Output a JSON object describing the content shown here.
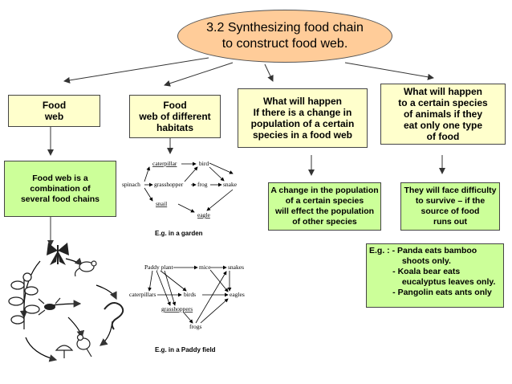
{
  "title": {
    "line1": "3.2 Synthesizing food chain",
    "line2": "to construct food web."
  },
  "branches": [
    {
      "heading": "Food\nweb",
      "detail": "Food web is a\ncombination of\nseveral food chains"
    },
    {
      "heading": "Food\nweb of different\nhabitats"
    },
    {
      "heading": "What will happen\nIf there is a change in\npopulation of a certain\nspecies in a food web",
      "detail": "A change in the population\nof a certain species\nwill effect the population\nof other species"
    },
    {
      "heading": "What will happen\nto a certain species\nof animals if they\neat only one type\nof food",
      "detail": "They will face difficulty\nto survive – if the\nsource of food\nruns out"
    }
  ],
  "garden_web": {
    "caption": "E.g. in a garden",
    "organisms": {
      "spinach": "spinach",
      "caterpillar": "caterpillar",
      "grasshopper": "grasshopper",
      "snail": "snail",
      "bird": "bird",
      "frog": "frog",
      "snake": "snake",
      "eagle": "eagle"
    }
  },
  "paddy_web": {
    "caption": "E.g. in a Paddy field",
    "organisms": {
      "paddy": "Paddy plant",
      "mice": "mice",
      "snakes": "snakes",
      "caterpillars": "caterpillars",
      "birds": "birds",
      "eagles": "eagles",
      "grasshoppers": "grasshoppers",
      "frogs": "frogs"
    }
  },
  "examples": [
    "E.g. : - Panda eats bamboo",
    "              shoots only.",
    "          - Koala bear eats",
    "              eucalyptus leaves only.",
    "          - Pangolin eats ants only"
  ],
  "colors": {
    "oval": "#ffcc99",
    "heading_box": "#ffffcc",
    "detail_box": "#ccff99"
  }
}
